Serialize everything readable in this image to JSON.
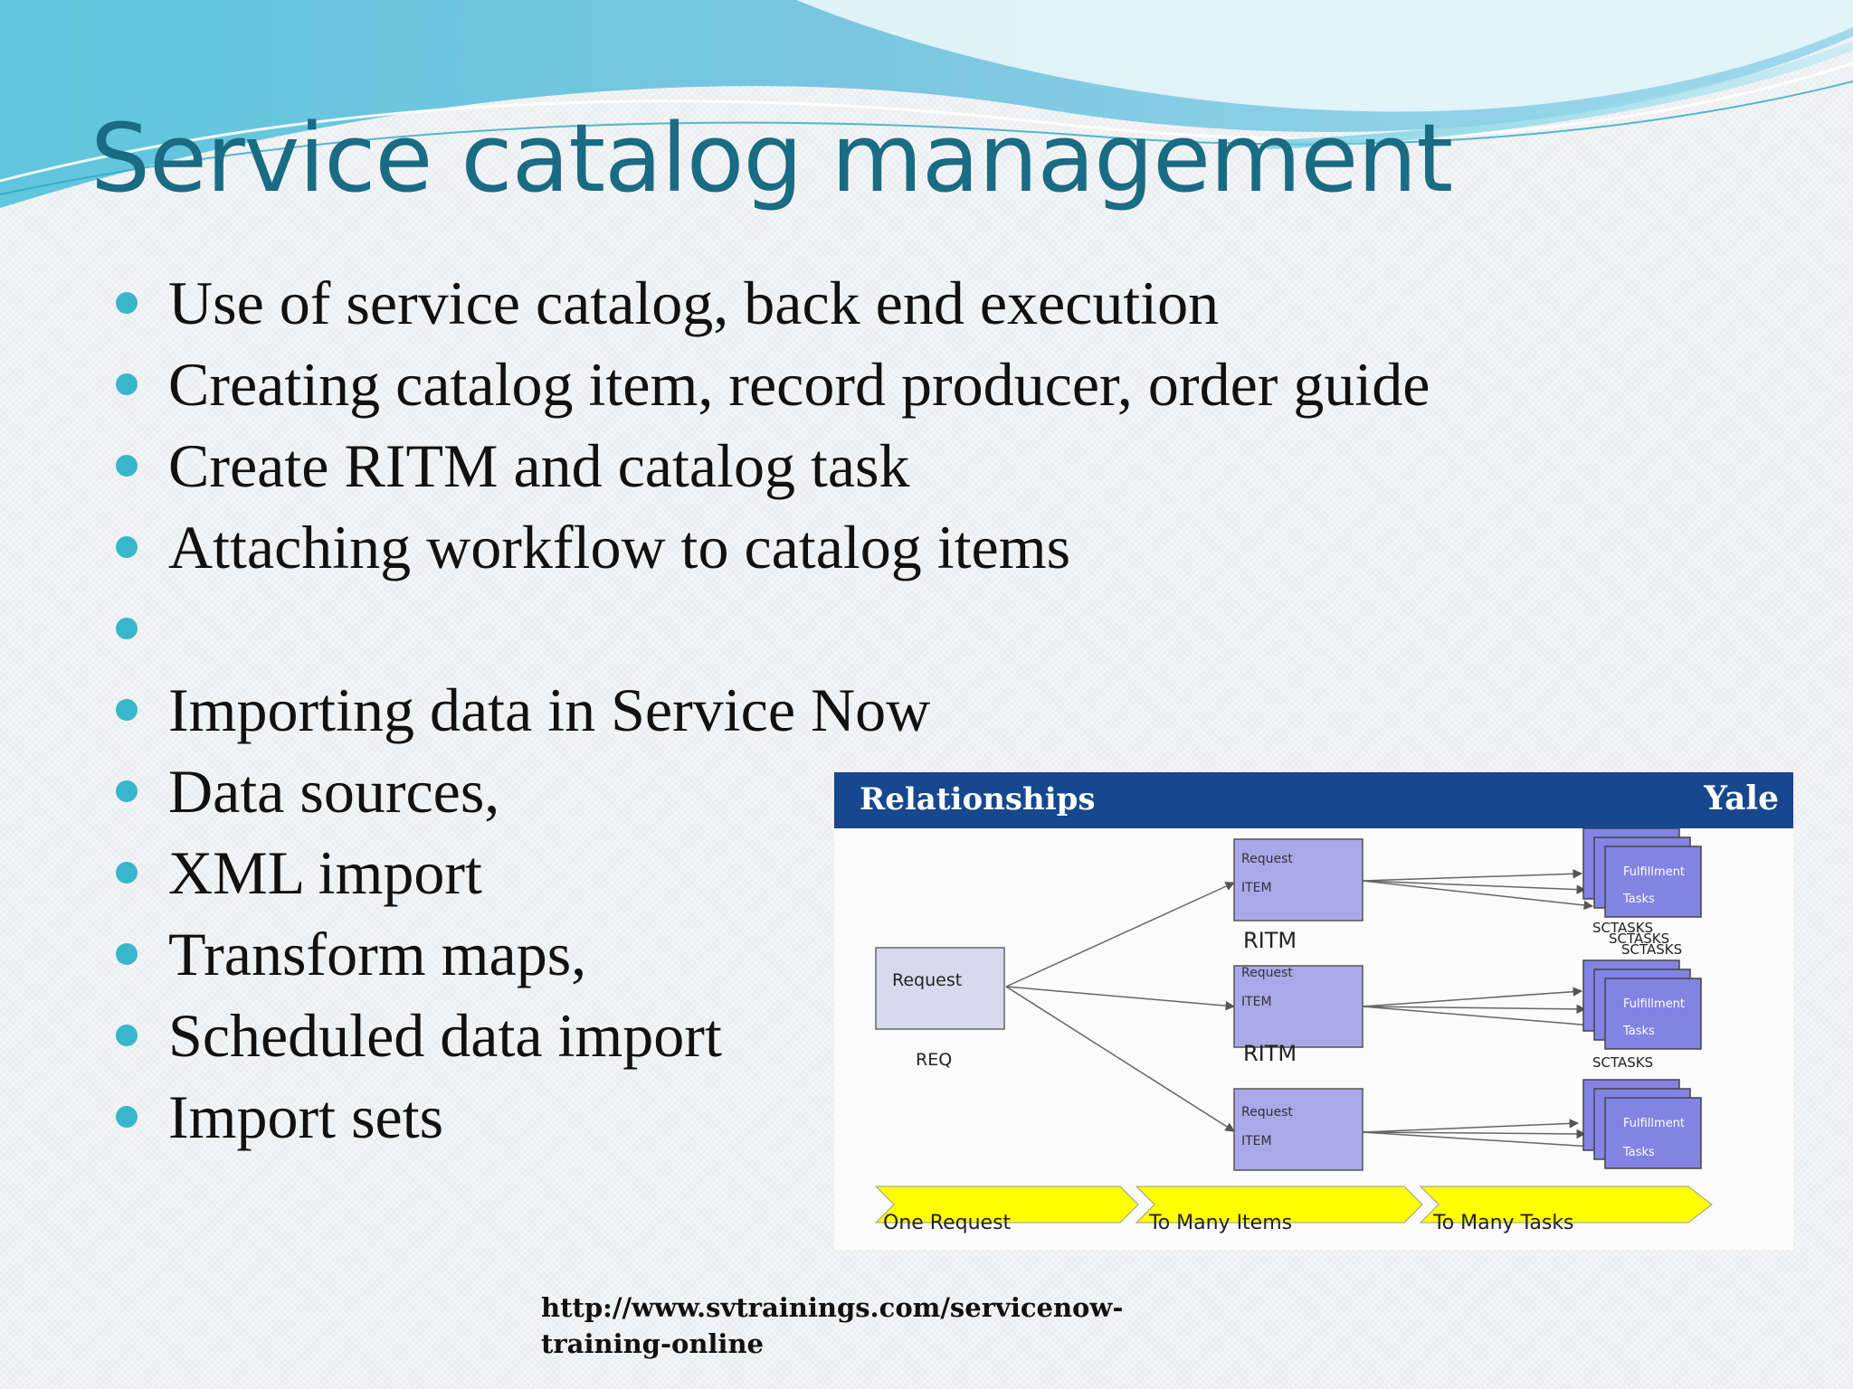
{
  "slide": {
    "title": "Service catalog management",
    "bullets": [
      "Use of service catalog, back end execution",
      "Creating catalog item, record producer, order guide",
      "Create RITM and catalog task",
      "Attaching workflow to catalog items",
      "",
      "Importing data in Service Now",
      "Data sources,",
      "XML import",
      "Transform maps,",
      "Scheduled data import",
      "Import sets"
    ],
    "source_url_line1": "http://www.svtrainings.com/servicenow-",
    "source_url_line2": "training-online"
  },
  "diagram": {
    "title": "Relationships",
    "brand": "Yale",
    "request_box": {
      "label": "Request",
      "caption": "REQ"
    },
    "items": [
      {
        "line1": "Request",
        "line2": "ITEM",
        "caption": "RITM"
      },
      {
        "line1": "Request",
        "line2": "ITEM",
        "caption": "RITM"
      },
      {
        "line1": "Request",
        "line2": "ITEM",
        "caption": ""
      }
    ],
    "task_stacks": [
      {
        "line1": "Fulfillment",
        "line2": "Tasks",
        "captions": [
          "SCTASKS",
          "SCTASKS",
          "SCTASKS"
        ]
      },
      {
        "line1": "Fulfillment",
        "line2": "Tasks",
        "captions": [
          "SCTASKS"
        ]
      },
      {
        "line1": "Fulfillment",
        "line2": "Tasks",
        "captions": []
      }
    ],
    "flow_labels": [
      "One Request",
      "To Many Items",
      "To Many Tasks"
    ],
    "colors": {
      "header": "#16478f",
      "box_fill": "#a9a9ea",
      "task_fill": "#8383e4",
      "chevron": "#ffff00",
      "accent": "#3ab6cc",
      "title": "#1a6b84"
    }
  }
}
